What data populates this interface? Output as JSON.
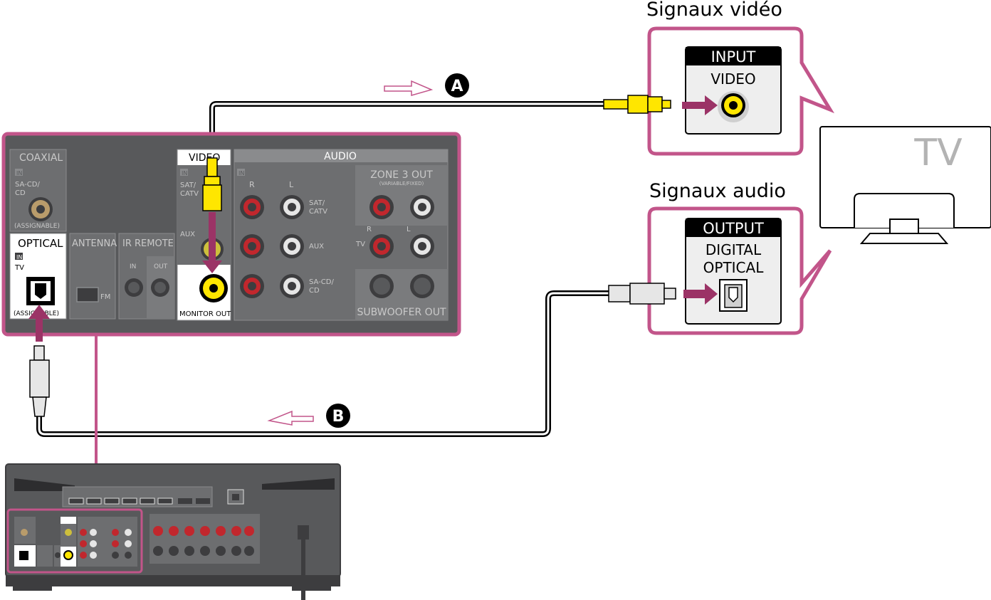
{
  "callouts": {
    "video": {
      "title": "Signaux vidéo",
      "header": "INPUT",
      "sub": "VIDEO"
    },
    "audio": {
      "title": "Signaux audio",
      "header": "OUTPUT",
      "line1": "DIGITAL",
      "line2": "OPTICAL"
    }
  },
  "tv": {
    "label": "TV"
  },
  "cables": {
    "a": "A",
    "b": "B"
  },
  "panel": {
    "coaxial": "COAXIAL",
    "coaxial_in": "IN",
    "coaxial_src": "SA-CD/\nCD",
    "coaxial_assign": "(ASSIGNABLE)",
    "optical": "OPTICAL",
    "optical_in": "IN",
    "optical_src": "TV",
    "optical_assign": "(ASSIGNABLE)",
    "antenna": "ANTENNA",
    "antenna_fm": "FM",
    "ir_remote": "IR REMOTE",
    "ir_in": "IN",
    "ir_out": "OUT",
    "video": "VIDEO",
    "video_in": "IN",
    "video_sat": "SAT/\nCATV",
    "video_aux": "AUX",
    "monitor_out": "MONITOR OUT",
    "audio": "AUDIO",
    "audio_in": "IN",
    "audio_r": "R",
    "audio_l": "L",
    "audio_sat": "SAT/\nCATV",
    "audio_aux": "AUX",
    "audio_sacd": "SA-CD/\nCD",
    "zone3": "ZONE 3 OUT",
    "zone3_sub": "(VARIABLE/FIXED)",
    "zone_r": "R",
    "zone_l": "L",
    "zone_tv": "TV",
    "subwoofer": "SUBWOOFER OUT"
  },
  "colors": {
    "accent": "#c2558a",
    "arrow": "#9b3366",
    "panel": "#58595b",
    "yellow": "#ffe600",
    "jack_red": "#c1272d"
  }
}
